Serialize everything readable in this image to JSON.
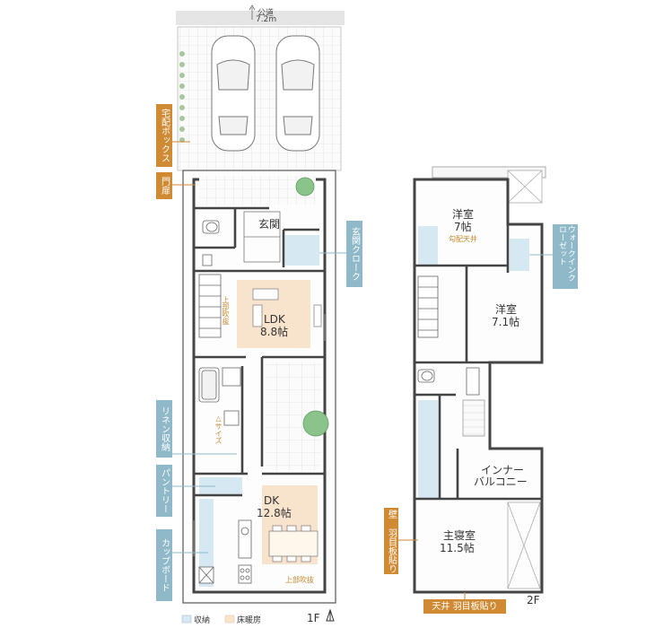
{
  "road": {
    "label": "公道",
    "width": "7.2m"
  },
  "floor1": {
    "label": "1F",
    "rooms": {
      "entrance": "玄関",
      "ldk_name": "LDK",
      "ldk_size": "8.8帖",
      "dk_name": "DK",
      "dk_size": "12.8帖"
    },
    "notes": {
      "upper_open_1": "上部吹抜",
      "upper_open_2": "上部吹抜",
      "mizu_size": "△サイズ"
    },
    "tags": {
      "delivery_box": "宅配ボックス",
      "gate": "門扉",
      "shoe_closet": "玄関クローク",
      "linen": "リネン収納",
      "pantry": "パントリー",
      "cupboard": "カップボード"
    }
  },
  "floor2": {
    "label": "2F",
    "rooms": {
      "western1_name": "洋室",
      "western1_size": "7帖",
      "western2_name": "洋室",
      "western2_size": "7.1帖",
      "inner_balcony_1": "インナー",
      "inner_balcony_2": "バルコニー",
      "master_name": "主寝室",
      "master_size": "11.5帖"
    },
    "notes": {
      "slope_ceiling": "勾配天井"
    },
    "tags": {
      "walkin_closet": "ウォークインクローゼット",
      "wall_finish": "壁 羽目板貼り",
      "ceiling_finish": "天井 羽目板貼り"
    }
  },
  "legend": {
    "storage": "収納",
    "floor_heating": "床暖房"
  },
  "colors": {
    "accent": "#cf8a33",
    "storage": "#d6e8f2",
    "heating": "#f8e3cc",
    "tag_blue": "#8fb9c9",
    "wall": "#555555",
    "tree": "#8bc48a"
  }
}
